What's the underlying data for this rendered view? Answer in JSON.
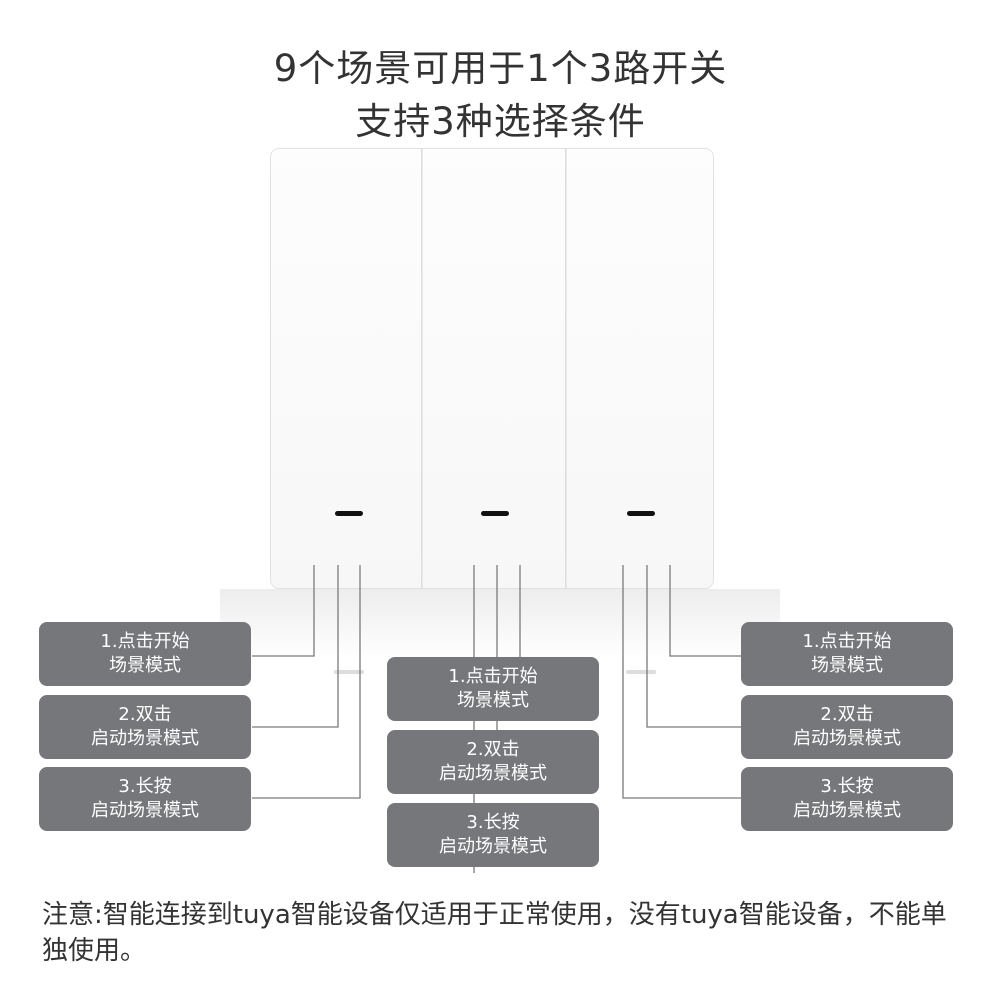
{
  "title": {
    "line1": "9个场景可用于1个3路开关",
    "line2": "支持3种选择条件"
  },
  "switch": {
    "gang_count": 3,
    "indicator_color": "#111111"
  },
  "label_style": {
    "background": "#76777a",
    "text": "#ffffff"
  },
  "groups": [
    {
      "name": "left",
      "items": [
        {
          "line1": "1.点击开始",
          "line2": "场景模式"
        },
        {
          "line1": "2.双击",
          "line2": "启动场景模式"
        },
        {
          "line1": "3.长按",
          "line2": "启动场景模式"
        }
      ]
    },
    {
      "name": "middle",
      "items": [
        {
          "line1": "1.点击开始",
          "line2": "场景模式"
        },
        {
          "line1": "2.双击",
          "line2": "启动场景模式"
        },
        {
          "line1": "3.长按",
          "line2": "启动场景模式"
        }
      ]
    },
    {
      "name": "right",
      "items": [
        {
          "line1": "1.点击开始",
          "line2": "场景模式"
        },
        {
          "line1": "2.双击",
          "line2": "启动场景模式"
        },
        {
          "line1": "3.长按",
          "line2": "启动场景模式"
        }
      ]
    }
  ],
  "note": "注意:智能连接到tuya智能设备仅适用于正常使用，没有tuya智能设备，不能单独使用。"
}
